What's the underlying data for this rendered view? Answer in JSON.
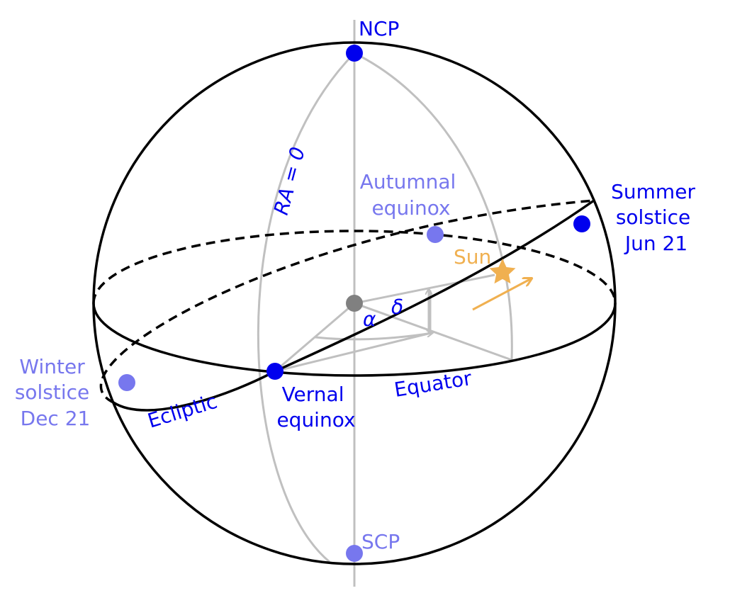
{
  "colors": {
    "blue": "#0000ee",
    "light_blue": "#7777ee",
    "orange": "#f0b050",
    "gray": "#c0c0c0",
    "dark_gray": "#808080",
    "black": "#000000"
  },
  "labels": {
    "ncp": "NCP",
    "scp": "SCP",
    "ra_zero": "RA = 0",
    "autumnal": [
      "Autumnal",
      "equinox"
    ],
    "summer": [
      "Summer",
      "solstice",
      "Jun 21"
    ],
    "winter": [
      "Winter",
      "solstice",
      "Dec 21"
    ],
    "vernal": [
      "Vernal",
      "equinox"
    ],
    "sun": "Sun",
    "alpha": "α",
    "delta": "δ",
    "equator": "Equator",
    "ecliptic": "Ecliptic"
  }
}
